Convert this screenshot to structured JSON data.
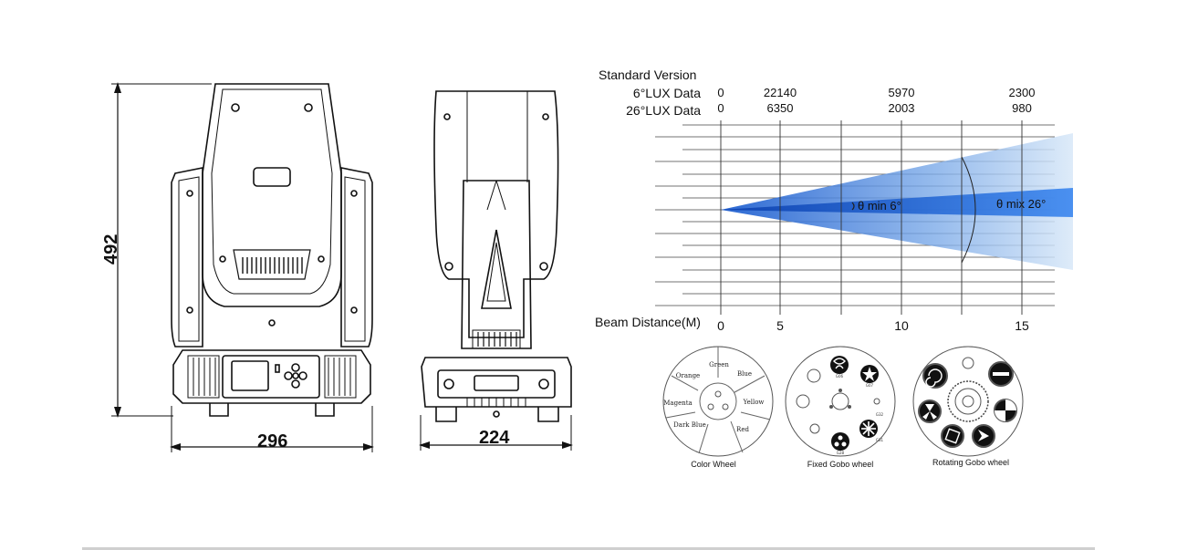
{
  "dimensions": {
    "height": "492",
    "front_width": "296",
    "side_width": "224"
  },
  "beam_chart": {
    "version_label": "Standard Version",
    "row_6_label": "6°LUX Data",
    "row_26_label": "26°LUX Data",
    "lux_6": [
      "0",
      "22140",
      "5970",
      "2300"
    ],
    "lux_26": [
      "0",
      "6350",
      "2003",
      "980"
    ],
    "distance_label": "Beam Distance(M)",
    "distance_ticks": [
      "0",
      "5",
      "10",
      "15"
    ],
    "angle_min": "θ min 6°",
    "angle_max": "θ mix 26°",
    "colors": {
      "beam": "#2f6fd6",
      "beam_light": "#cfe2f8",
      "grid": "#333333"
    }
  },
  "color_wheel": {
    "caption": "Color Wheel",
    "segments": [
      "Green",
      "Blue",
      "Yellow",
      "Red",
      "Dark Blue",
      "Magenta",
      "Orange"
    ]
  },
  "fixed_gobo": {
    "caption": "Fixed Gobo wheel",
    "codes": [
      "G06",
      "G07",
      "G32",
      "G31",
      "G28"
    ]
  },
  "rotating_gobo": {
    "caption": "Rotating Gobo wheel"
  }
}
